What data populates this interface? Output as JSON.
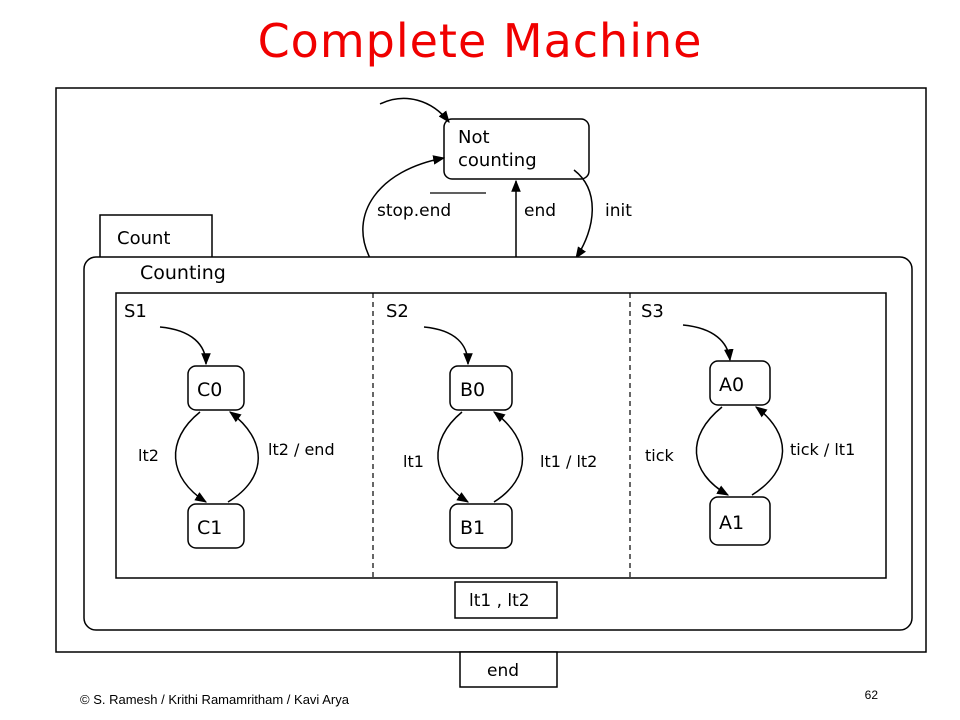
{
  "title": "Complete Machine",
  "footer": {
    "copyright": "© S. Ramesh  / Krithi Ramamritham  / Kavi Arya",
    "page_number": "62"
  },
  "diagram": {
    "states": {
      "not_counting_line1": "Not",
      "not_counting_line2": "counting",
      "count_tab": "Count",
      "counting": "Counting",
      "c0": "C0",
      "c1": "C1",
      "b0": "B0",
      "b1": "B1",
      "a0": "A0",
      "a1": "A1",
      "end_tab": "end",
      "lt_tab": "lt1 , lt2"
    },
    "regions": {
      "s1": "S1",
      "s2": "S2",
      "s3": "S3"
    },
    "transitions": {
      "stop_end": "stop.end",
      "end": "end",
      "init": "init",
      "lt2": "lt2",
      "lt2_end": "lt2 / end",
      "lt1": "lt1",
      "lt1_lt2": "lt1 / lt2",
      "tick": "tick",
      "tick_lt1": "tick / lt1"
    }
  }
}
